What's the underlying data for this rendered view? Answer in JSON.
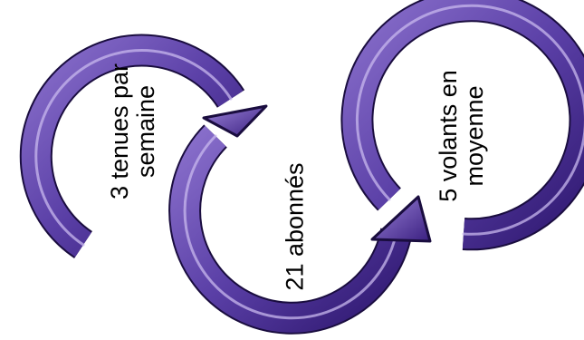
{
  "diagram": {
    "colors": {
      "arrow_dark": "#2a1468",
      "arrow_mid": "#6a4fb2",
      "arrow_light": "#c8b8ee",
      "outline": "#1a0d3f",
      "text": "#000000",
      "background": "#ffffff"
    },
    "labels": [
      {
        "line1": "3 tenues par",
        "line2": "semaine"
      },
      {
        "line1": "21 abonnés",
        "line2": ""
      },
      {
        "line1": "5 volants en",
        "line2": "moyenne"
      }
    ]
  }
}
